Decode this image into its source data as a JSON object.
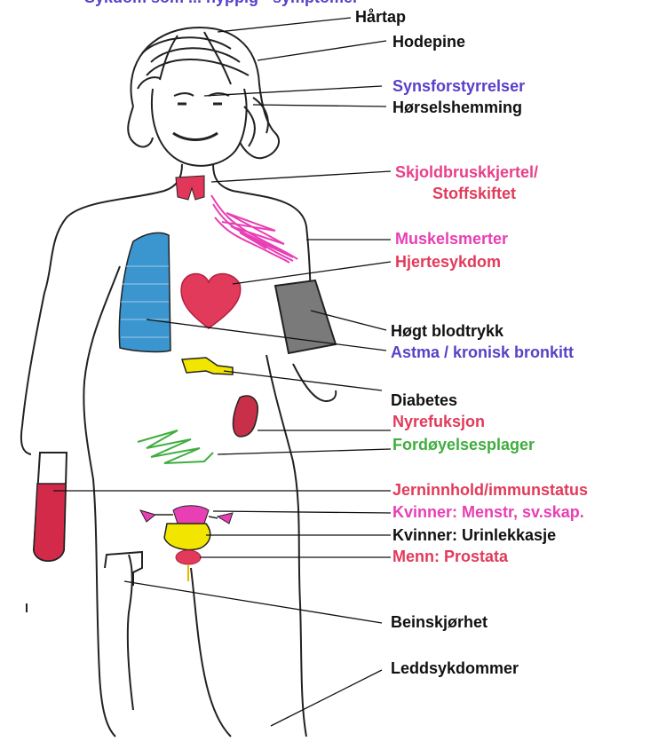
{
  "header": {
    "cut_title": "Sykdom som ... hyppig - symptomer"
  },
  "colors": {
    "black": "#111111",
    "purple": "#5a3fc8",
    "red": "#e23a5a",
    "magenta": "#e83fb5",
    "green": "#3fae3f",
    "lung_blue": "#3b95cf",
    "kidney_red": "#c8304a",
    "gray": "#7a7a7a",
    "yellow": "#f2e600"
  },
  "labels": {
    "hartap": "Hårtap",
    "hodepine": "Hodepine",
    "synsforstyrrelser": "Synsforstyrrelser",
    "horselshemming": "Hørselshemming",
    "skjoldbrusk_1": "Skjoldbruskkjertel/",
    "skjoldbrusk_2": "Stoffskiftet",
    "muskelsmerter": "Muskelsmerter",
    "hjertesykdom": "Hjertesykdom",
    "hogt_blodtrykk": "Høgt blodtrykk",
    "astma": "Astma / kronisk bronkitt",
    "diabetes": "Diabetes",
    "nyrefuksjon": "Nyrefuksjon",
    "fordoyelse": "Fordøyelsesplager",
    "jern": "Jerninnhold/immunstatus",
    "kvinner_menstr": "Kvinner: Menstr, sv.skap.",
    "kvinner_urin": "Kvinner: Urinlekkasje",
    "menn_prostata": "Menn: Prostata",
    "beinskjorhet": "Beinskjørhet",
    "leddsykdommer": "Leddsykdommer"
  }
}
